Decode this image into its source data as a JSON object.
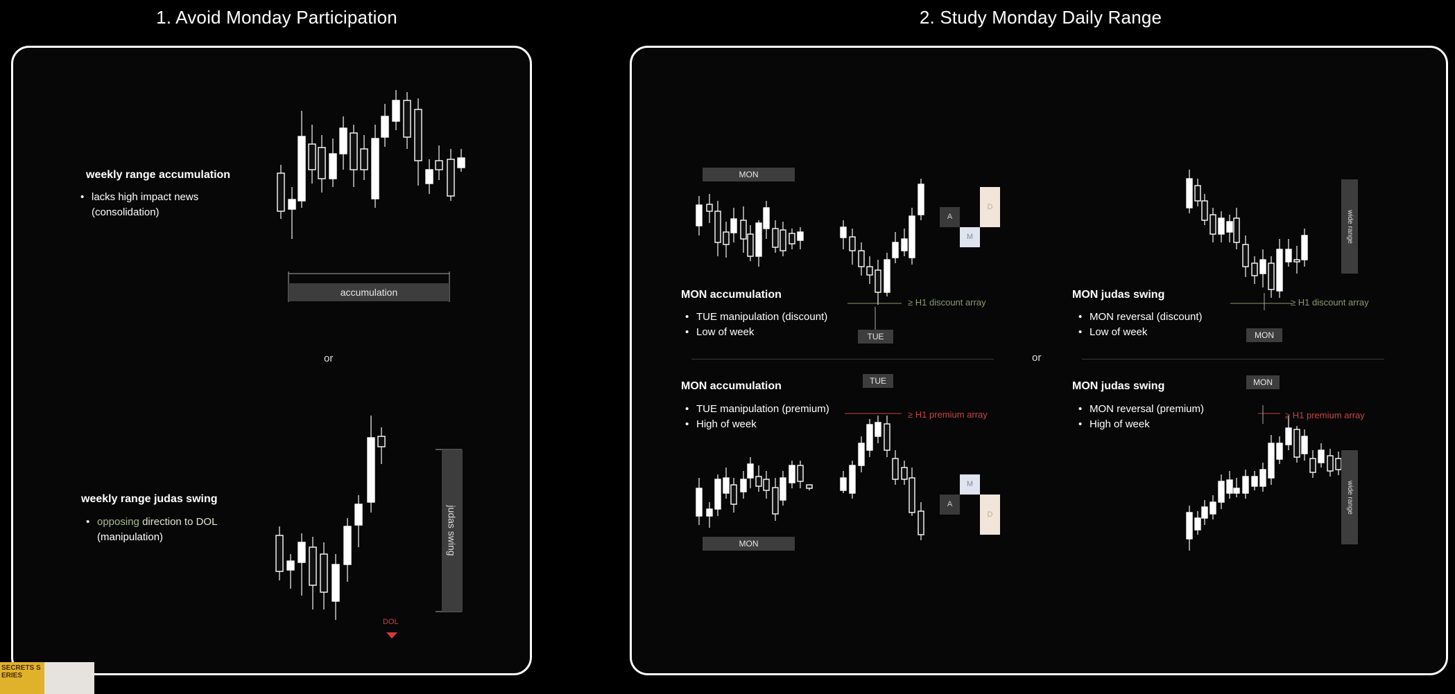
{
  "headings": {
    "left": "1. Avoid Monday Participation",
    "right": "2. Study Monday Daily Range"
  },
  "left_panel": {
    "accumulation": {
      "title": "weekly range accumulation",
      "bullet_line1": "lacks high impact news",
      "bullet_line2": "(consolidation)",
      "bar_label": "accumulation"
    },
    "or_label": "or",
    "judas": {
      "title": "weekly range judas swing",
      "bullet_line1_a": "opposing ",
      "bullet_line1_b": "direction to DOL",
      "bullet_line2": "(manipulation)",
      "vertical_label": "judas swing",
      "dol_label": "DOL"
    }
  },
  "right_panel": {
    "or_label": "or",
    "q1": {
      "day_label": "MON",
      "title": "MON accumulation",
      "bullet1": "TUE manipulation (discount)",
      "bullet2": "Low of week",
      "array_label": "≥ H1 discount array",
      "low_day_label": "TUE",
      "amd": [
        "A",
        "M",
        "D"
      ]
    },
    "q2": {
      "title": "MON judas swing",
      "bullet1": "MON reversal (discount)",
      "bullet2": "Low of week",
      "array_label": "≥ H1 discount array",
      "low_day_label": "MON",
      "vertical_label": "wide range"
    },
    "q3": {
      "top_day_label": "TUE",
      "title": "MON accumulation",
      "bullet1": "TUE manipulation (premium)",
      "bullet2": "High of week",
      "array_label": "≥ H1 premium array",
      "day_label": "MON",
      "amd": [
        "A",
        "M",
        "D"
      ]
    },
    "q4": {
      "top_day_label": "MON",
      "title": "MON judas swing",
      "bullet1": "MON reversal (premium)",
      "bullet2": "High of week",
      "array_label": "≥ H1 premium array",
      "vertical_label": "wide range"
    }
  },
  "thumbnail": {
    "text": "SECRETS SERIES"
  },
  "colors": {
    "background": "#000000",
    "panel_border": "#ffffff",
    "label_bar": "#3d3d3d",
    "discount_green": "#8c9a6e",
    "premium_red": "#c84242",
    "dol_red": "#d23a3a",
    "accumulation_box": "#3a3a3a",
    "manipulation_box": "#dfe4ee",
    "distribution_box": "#f1e6d9"
  }
}
